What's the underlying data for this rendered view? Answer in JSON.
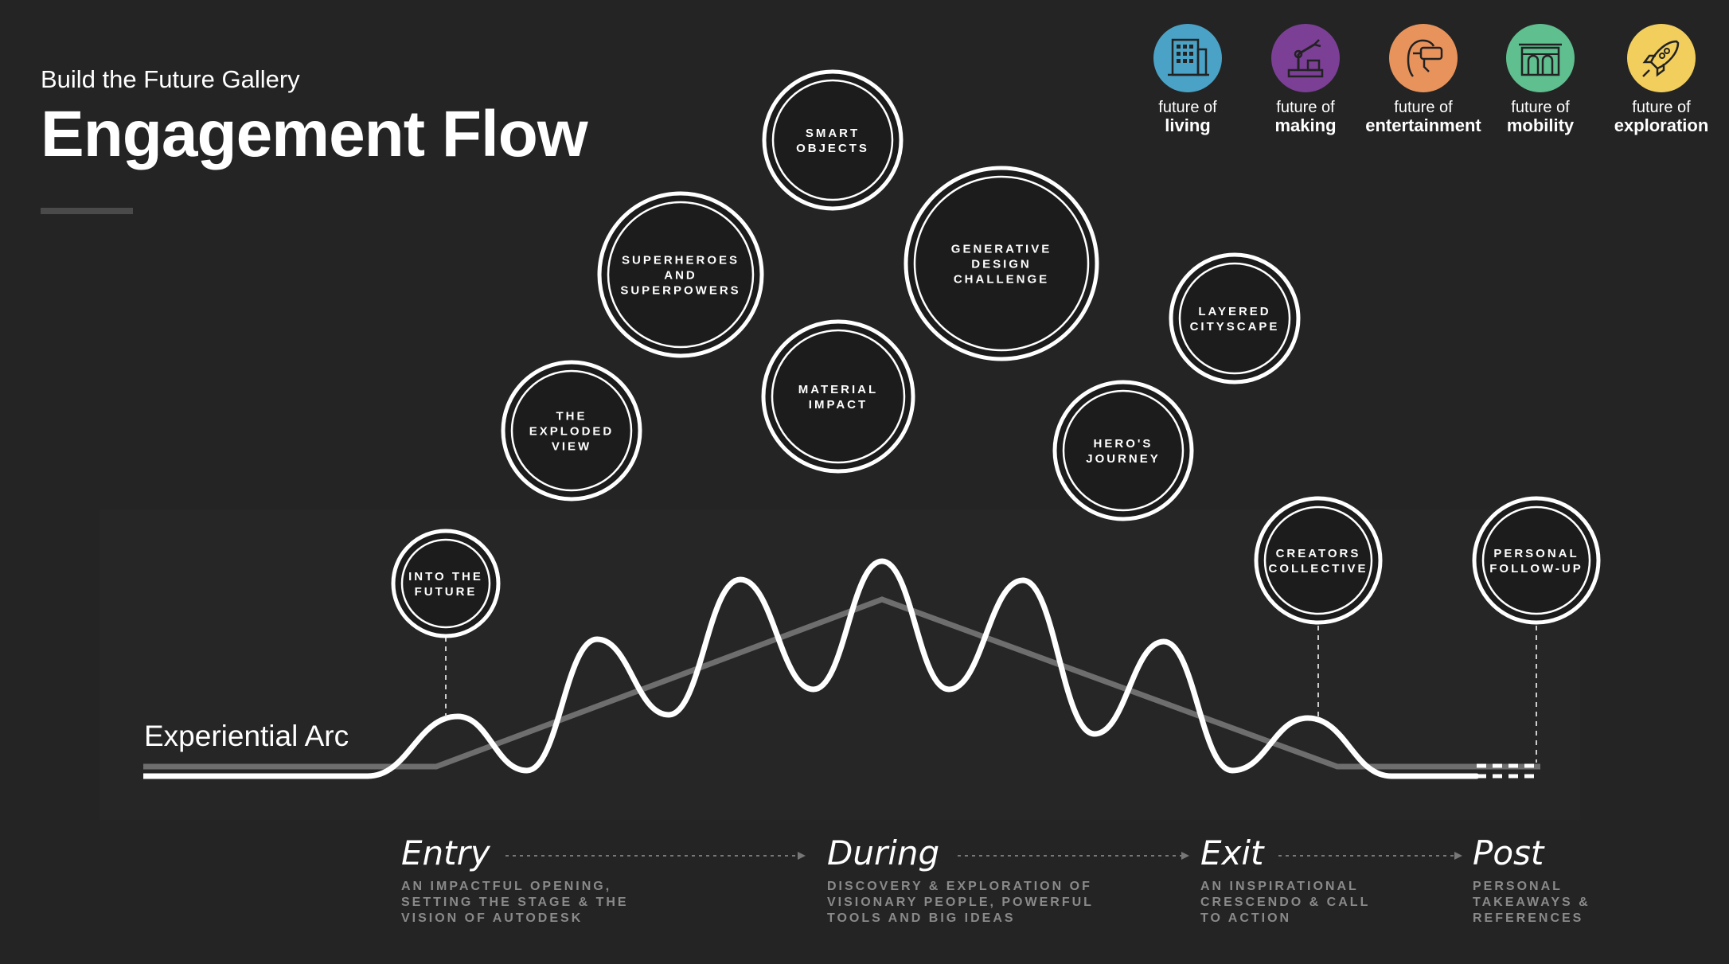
{
  "header": {
    "subtitle": "Build the Future Gallery",
    "title": "Engagement Flow"
  },
  "themes": [
    {
      "line1": "future of",
      "line2": "living",
      "color": "#4aa3c6",
      "icon": "building-icon"
    },
    {
      "line1": "future of",
      "line2": "making",
      "color": "#7b3f96",
      "icon": "robot-arm-icon"
    },
    {
      "line1": "future of",
      "line2": "entertainment",
      "color": "#e9935c",
      "icon": "vr-headset-icon"
    },
    {
      "line1": "future of",
      "line2": "mobility",
      "color": "#5fbf8f",
      "icon": "transit-icon"
    },
    {
      "line1": "future of",
      "line2": "exploration",
      "color": "#f2cf5c",
      "icon": "rocket-icon"
    }
  ],
  "bubbles": [
    {
      "lines": [
        "INTO THE",
        "FUTURE"
      ]
    },
    {
      "lines": [
        "THE",
        "EXPLODED",
        "VIEW"
      ]
    },
    {
      "lines": [
        "SUPERHEROES",
        "AND",
        "SUPERPOWERS"
      ]
    },
    {
      "lines": [
        "SMART",
        "OBJECTS"
      ]
    },
    {
      "lines": [
        "MATERIAL",
        "IMPACT"
      ]
    },
    {
      "lines": [
        "GENERATIVE",
        "DESIGN",
        "CHALLENGE"
      ]
    },
    {
      "lines": [
        "HERO'S",
        "JOURNEY"
      ]
    },
    {
      "lines": [
        "LAYERED",
        "CITYSCAPE"
      ]
    },
    {
      "lines": [
        "CREATORS",
        "COLLECTIVE"
      ]
    },
    {
      "lines": [
        "PERSONAL",
        "FOLLOW-UP"
      ]
    }
  ],
  "arc_label": "Experiential Arc",
  "phases": [
    {
      "name": "Entry",
      "desc": [
        "AN IMPACTFUL OPENING,",
        "SETTING THE STAGE & THE",
        "VISION OF AUTODESK"
      ]
    },
    {
      "name": "During",
      "desc": [
        "DISCOVERY & EXPLORATION OF",
        "VISIONARY PEOPLE, POWERFUL",
        "TOOLS AND BIG IDEAS"
      ]
    },
    {
      "name": "Exit",
      "desc": [
        "AN INSPIRATIONAL",
        "CRESCENDO & CALL",
        "TO ACTION"
      ]
    },
    {
      "name": "Post",
      "desc": [
        "PERSONAL",
        "TAKEAWAYS &",
        "REFERENCES"
      ]
    }
  ]
}
